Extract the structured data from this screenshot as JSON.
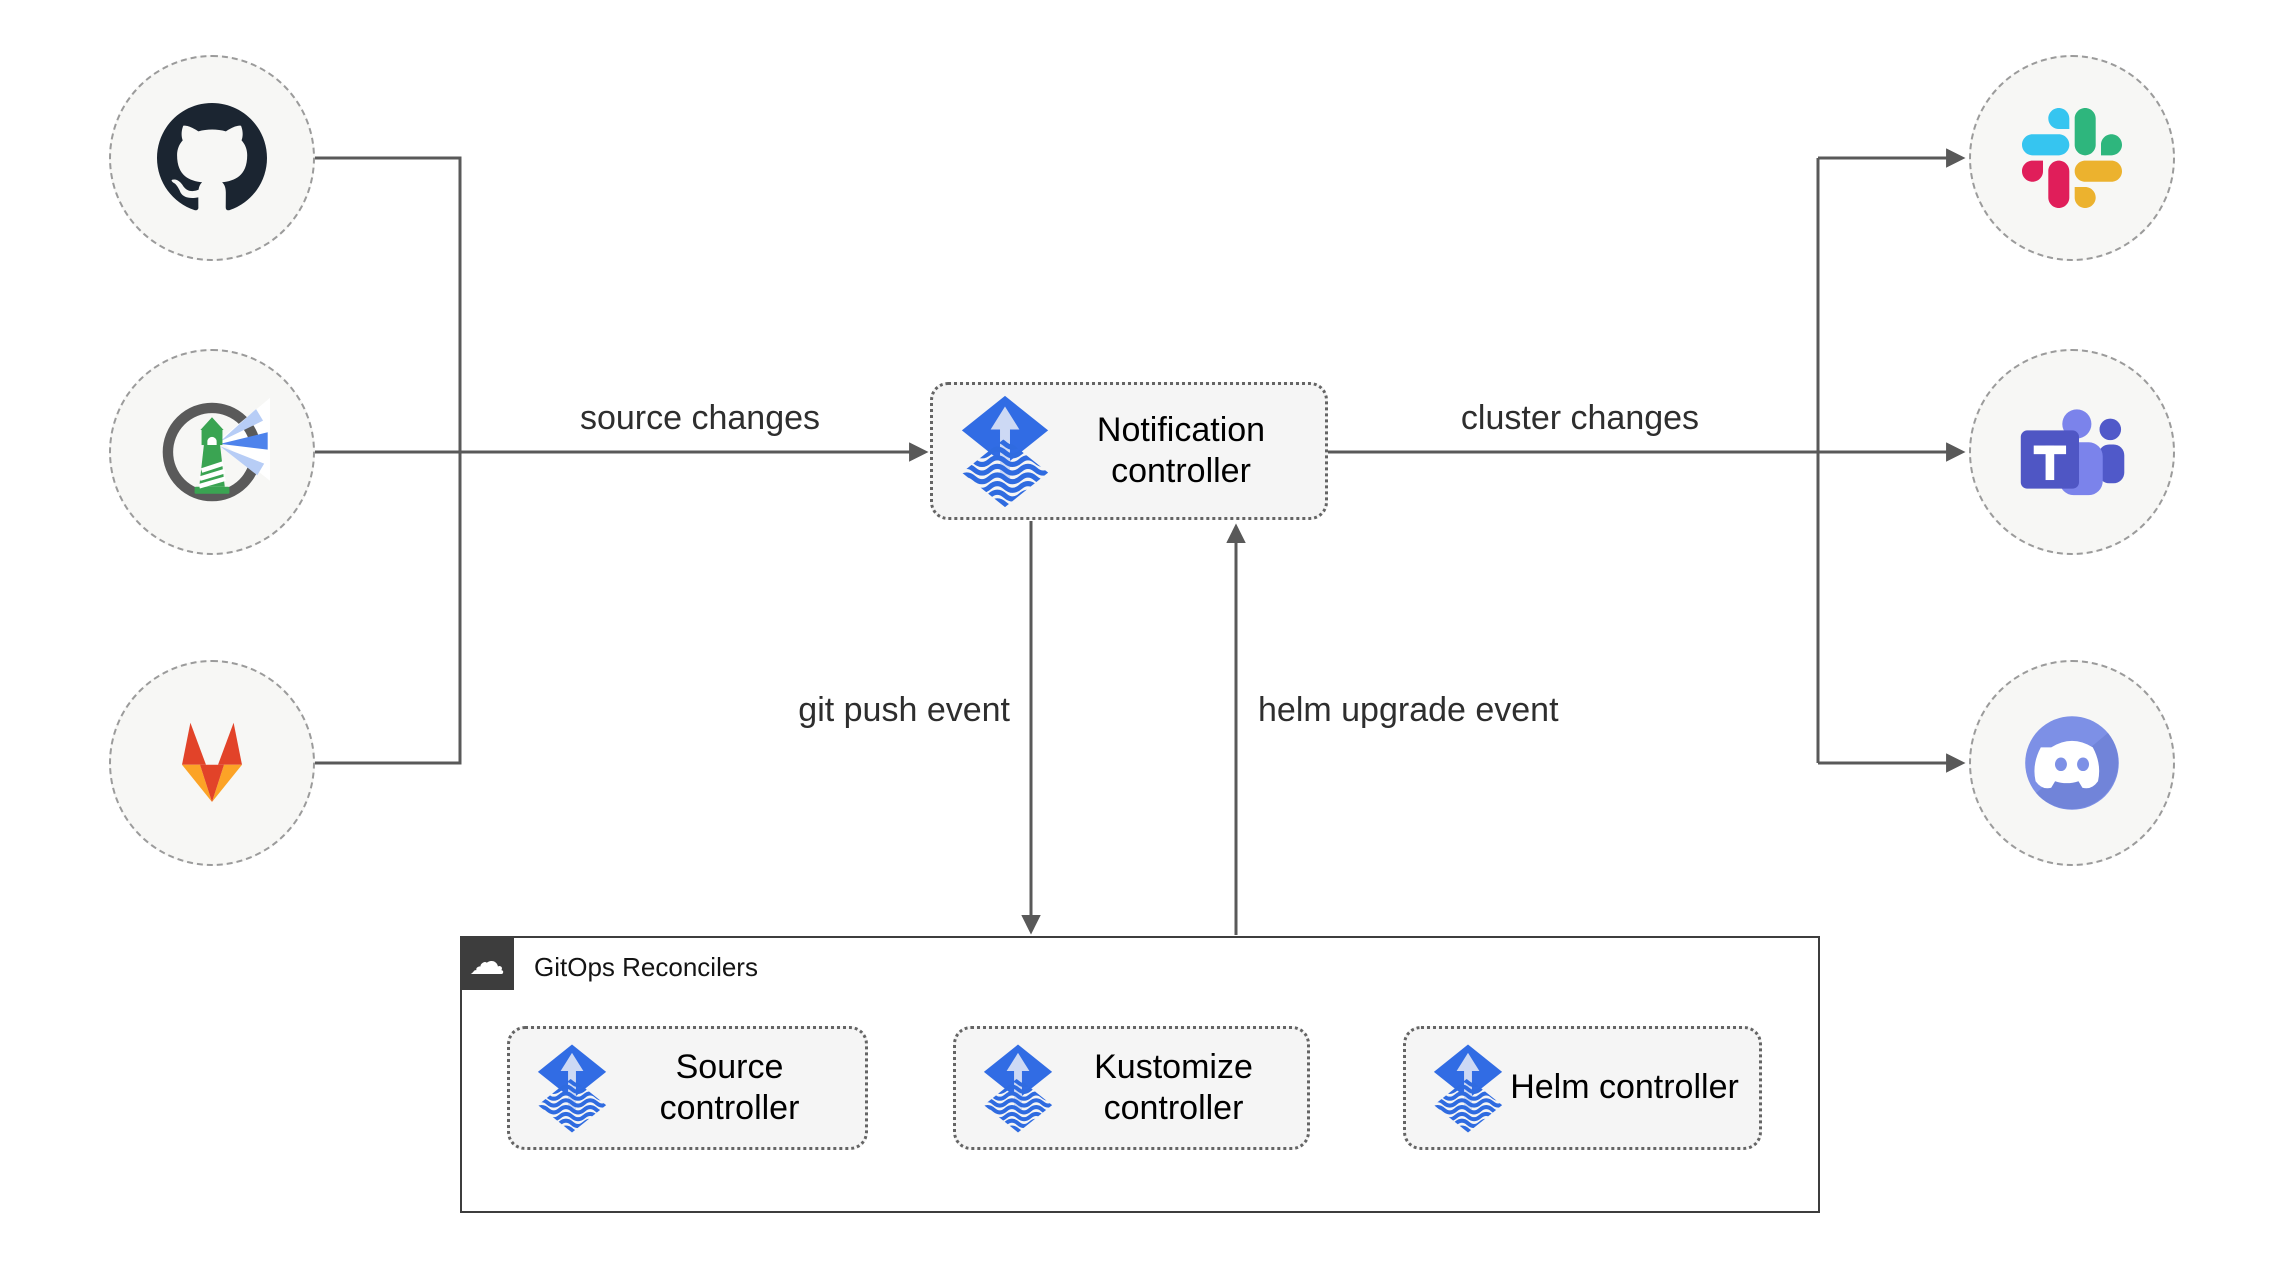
{
  "nodes": {
    "notification_controller": {
      "label": "Notification controller"
    },
    "reconcilers_group": {
      "label": "GitOps Reconcilers"
    },
    "source_controller": {
      "label": "Source controller"
    },
    "kustomize_controller": {
      "label": "Kustomize controller"
    },
    "helm_controller": {
      "label": "Helm controller"
    }
  },
  "edge_labels": {
    "source_changes": "source changes",
    "cluster_changes": "cluster changes",
    "git_push_event": "git push event",
    "helm_upgrade_event": "helm upgrade event"
  },
  "icons": {
    "sources": [
      "github-icon",
      "harbor-icon",
      "gitlab-icon"
    ],
    "notifiers": [
      "slack-icon",
      "teams-icon",
      "discord-icon"
    ],
    "controllers": "flux-icon",
    "group_badge": "cloud-icon",
    "cloud_glyph": "☁"
  },
  "colors": {
    "flux_blue": "#316ce4",
    "flux_arrow_light": "#cdd9f4",
    "arrow_gray": "#595959",
    "node_fill": "#f5f5f5",
    "circle_fill": "#f7f7f5",
    "group_border": "#3d3d3d",
    "github": "#1b2531",
    "harbor_green": "#3aa452",
    "harbor_beam": "#4e83ec",
    "gitlab": [
      "#e24329",
      "#fca326"
    ],
    "slack": [
      "#36c5f0",
      "#2eb67d",
      "#ecb22e",
      "#e01e5a"
    ],
    "teams": [
      "#4f56c4",
      "#7b83eb",
      "#5059c9"
    ],
    "discord": "#7d90e6"
  }
}
